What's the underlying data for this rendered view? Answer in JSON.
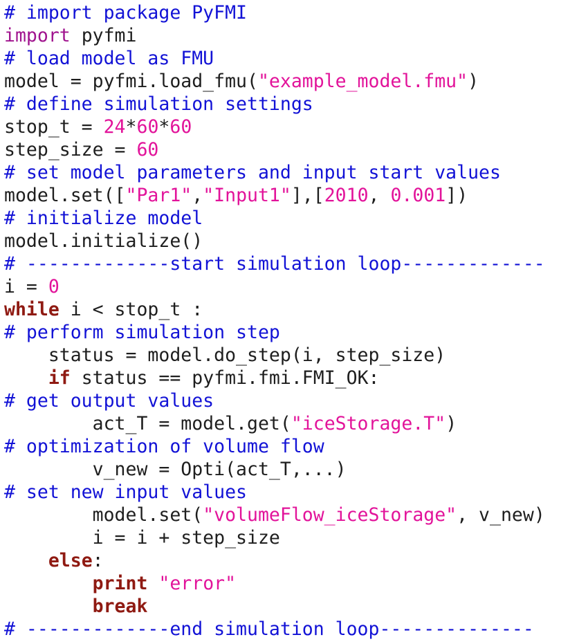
{
  "colors": {
    "background": "#ffffff",
    "comment": "#1212d6",
    "keyword": "#a0138e",
    "control": "#8f1a12",
    "string": "#e2139a",
    "number": "#e2139a",
    "text": "#1e1e1e"
  },
  "editor": {
    "lines": [
      [
        {
          "t": "comment",
          "v": "# import package PyFMI"
        }
      ],
      [
        {
          "t": "keyword",
          "v": "import"
        },
        {
          "t": "plain",
          "v": " pyfmi"
        }
      ],
      [
        {
          "t": "comment",
          "v": "# load model as FMU"
        }
      ],
      [
        {
          "t": "plain",
          "v": "model = pyfmi.load_fmu("
        },
        {
          "t": "string",
          "v": "\"example_model.fmu\""
        },
        {
          "t": "plain",
          "v": ")"
        }
      ],
      [
        {
          "t": "comment",
          "v": "# define simulation settings"
        }
      ],
      [
        {
          "t": "plain",
          "v": "stop_t = "
        },
        {
          "t": "number",
          "v": "24"
        },
        {
          "t": "plain",
          "v": "*"
        },
        {
          "t": "number",
          "v": "60"
        },
        {
          "t": "plain",
          "v": "*"
        },
        {
          "t": "number",
          "v": "60"
        }
      ],
      [
        {
          "t": "plain",
          "v": "step_size = "
        },
        {
          "t": "number",
          "v": "60"
        }
      ],
      [
        {
          "t": "comment",
          "v": "# set model parameters and input start values"
        }
      ],
      [
        {
          "t": "plain",
          "v": "model.set(["
        },
        {
          "t": "string",
          "v": "\"Par1\""
        },
        {
          "t": "plain",
          "v": ","
        },
        {
          "t": "string",
          "v": "\"Input1\""
        },
        {
          "t": "plain",
          "v": "],["
        },
        {
          "t": "number",
          "v": "2010"
        },
        {
          "t": "plain",
          "v": ", "
        },
        {
          "t": "number",
          "v": "0.001"
        },
        {
          "t": "plain",
          "v": "])"
        }
      ],
      [
        {
          "t": "comment",
          "v": "# initialize model"
        }
      ],
      [
        {
          "t": "plain",
          "v": "model.initialize()"
        }
      ],
      [
        {
          "t": "comment",
          "v": "# -------------start simulation loop-------------"
        }
      ],
      [
        {
          "t": "plain",
          "v": "i = "
        },
        {
          "t": "number",
          "v": "0"
        }
      ],
      [
        {
          "t": "control",
          "v": "while"
        },
        {
          "t": "plain",
          "v": " i < stop_t :"
        }
      ],
      [
        {
          "t": "comment",
          "v": "# perform simulation step"
        }
      ],
      [
        {
          "t": "plain",
          "v": "    status = model.do_step(i, step_size)"
        }
      ],
      [
        {
          "t": "plain",
          "v": "    "
        },
        {
          "t": "control",
          "v": "if"
        },
        {
          "t": "plain",
          "v": " status == pyfmi.fmi.FMI_OK:"
        }
      ],
      [
        {
          "t": "comment",
          "v": "# get output values"
        }
      ],
      [
        {
          "t": "plain",
          "v": "        act_T = model.get("
        },
        {
          "t": "string",
          "v": "\"iceStorage.T\""
        },
        {
          "t": "plain",
          "v": ")"
        }
      ],
      [
        {
          "t": "comment",
          "v": "# optimization of volume flow"
        }
      ],
      [
        {
          "t": "plain",
          "v": "        v_new = Opti(act_T,...)"
        }
      ],
      [
        {
          "t": "comment",
          "v": "# set new input values"
        }
      ],
      [
        {
          "t": "plain",
          "v": "        model.set("
        },
        {
          "t": "string",
          "v": "\"volumeFlow_iceStorage\""
        },
        {
          "t": "plain",
          "v": ", v_new)"
        }
      ],
      [
        {
          "t": "plain",
          "v": "        i = i + step_size"
        }
      ],
      [
        {
          "t": "plain",
          "v": "    "
        },
        {
          "t": "control",
          "v": "else"
        },
        {
          "t": "plain",
          "v": ":"
        }
      ],
      [
        {
          "t": "plain",
          "v": "        "
        },
        {
          "t": "control",
          "v": "print"
        },
        {
          "t": "plain",
          "v": " "
        },
        {
          "t": "string",
          "v": "\"error\""
        }
      ],
      [
        {
          "t": "plain",
          "v": "        "
        },
        {
          "t": "control",
          "v": "break"
        }
      ],
      [
        {
          "t": "comment",
          "v": "# -------------end simulation loop--------------"
        }
      ]
    ]
  }
}
